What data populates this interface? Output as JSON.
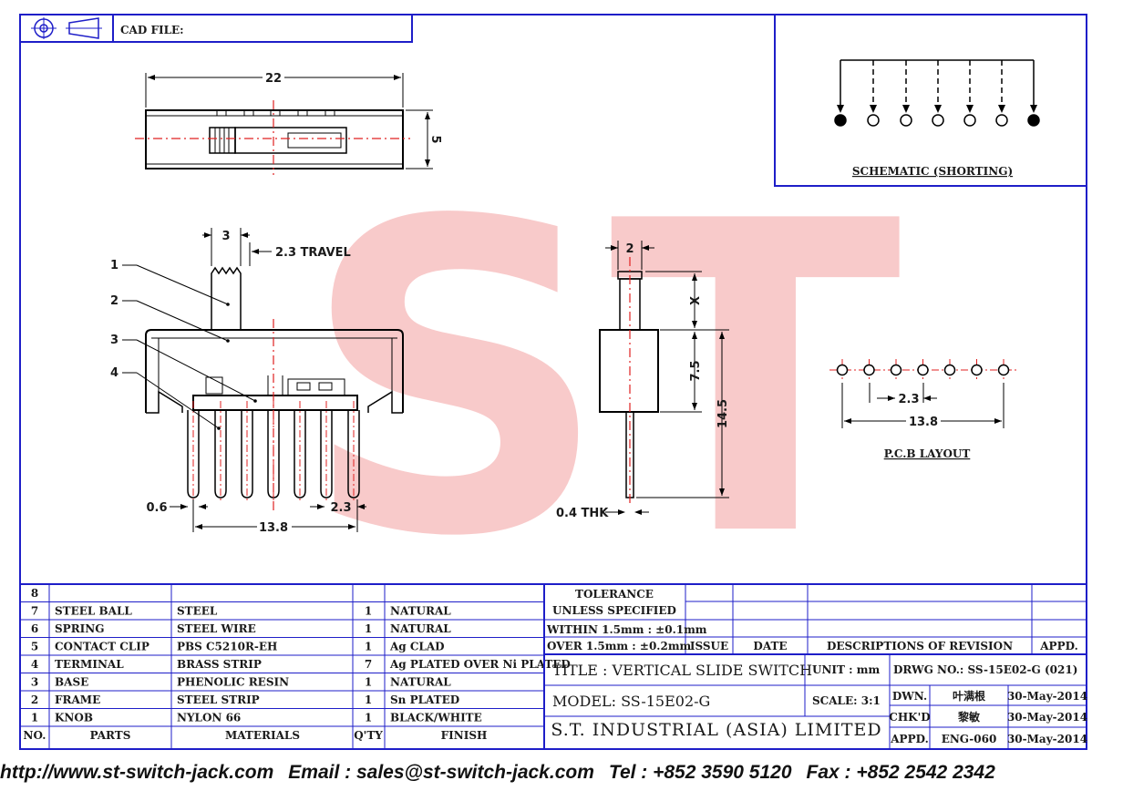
{
  "header": {
    "cad_label": "CAD FILE:"
  },
  "watermark": {
    "text": "ST"
  },
  "dimensions": {
    "top_width": "22",
    "top_height": "5",
    "knob_width": "3",
    "travel": "2.3 TRAVEL",
    "terminal_width": "0.6",
    "terminal_pitch": "2.3",
    "terminal_span": "13.8",
    "side_width": "2",
    "side_x": "X",
    "side_body": "7.5",
    "side_total": "14.5",
    "side_thk": "0.4 THK",
    "pcb_pitch": "2.3",
    "pcb_span": "13.8"
  },
  "callouts": [
    "1",
    "2",
    "3",
    "4"
  ],
  "schematic": {
    "title": "SCHEMATIC (SHORTING)"
  },
  "pcb": {
    "title": "P.C.B LAYOUT"
  },
  "bom": {
    "rows": [
      {
        "no": "8",
        "part": "",
        "material": "",
        "qty": "",
        "finish": ""
      },
      {
        "no": "7",
        "part": "STEEL BALL",
        "material": "STEEL",
        "qty": "1",
        "finish": "NATURAL"
      },
      {
        "no": "6",
        "part": "SPRING",
        "material": "STEEL WIRE",
        "qty": "1",
        "finish": "NATURAL"
      },
      {
        "no": "5",
        "part": "CONTACT CLIP",
        "material": "PBS C5210R-EH",
        "qty": "1",
        "finish": "Ag CLAD"
      },
      {
        "no": "4",
        "part": "TERMINAL",
        "material": "BRASS STRIP",
        "qty": "7",
        "finish": "Ag PLATED OVER Ni PLATED"
      },
      {
        "no": "3",
        "part": "BASE",
        "material": "PHENOLIC RESIN",
        "qty": "1",
        "finish": "NATURAL"
      },
      {
        "no": "2",
        "part": "FRAME",
        "material": "STEEL STRIP",
        "qty": "1",
        "finish": "Sn PLATED"
      },
      {
        "no": "1",
        "part": "KNOB",
        "material": "NYLON 66",
        "qty": "1",
        "finish": "BLACK/WHITE"
      }
    ],
    "header": {
      "no": "NO.",
      "part": "PARTS",
      "material": "MATERIALS",
      "qty": "Q'TY",
      "finish": "FINISH"
    }
  },
  "tolerance": {
    "line1": "TOLERANCE",
    "line2": "UNLESS  SPECIFIED",
    "line3": "WITHIN 1.5mm : ±0.1mm",
    "line4": "OVER 1.5mm : ±0.2mm"
  },
  "revision": {
    "issue": "ISSUE",
    "date": "DATE",
    "desc": "DESCRIPTIONS OF REVISION",
    "appd": "APPD."
  },
  "title_block": {
    "title": "TITLE : VERTICAL SLIDE SWITCH",
    "unit": "UNIT :  mm",
    "drwg": "DRWG NO.: SS-15E02-G (021)",
    "model": "MODEL: SS-15E02-G",
    "scale": "SCALE:  3:1",
    "company": "S.T. INDUSTRIAL (ASIA) LIMITED",
    "dwn_label": "DWN.",
    "dwn_name": "叶满根",
    "dwn_date": "30-May-2014",
    "chkd_label": "CHK'D",
    "chkd_name": "黎敏",
    "chkd_date": "30-May-2014",
    "appd_label": "APPD.",
    "appd_name": "ENG-060",
    "appd_date": "30-May-2014"
  },
  "footer": {
    "url": "http://www.st-switch-jack.com",
    "email": "Email : sales@st-switch-jack.com",
    "tel": "Tel : +852 3590 5120",
    "fax": "Fax : +852 2542 2342"
  }
}
